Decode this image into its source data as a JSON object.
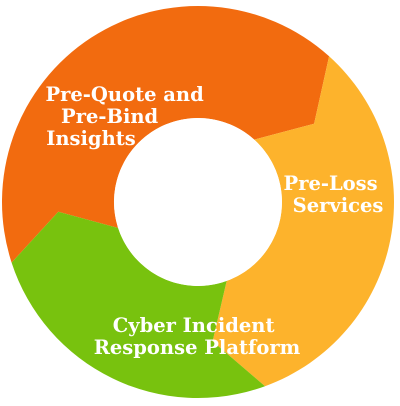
{
  "colors": {
    "background": "#ffffff",
    "text": "#ffffff",
    "center": "#ffffff"
  },
  "segments": [
    {
      "id": "pre-quote",
      "lines": [
        "Pre-Quote and",
        "Pre-Bind",
        "Insights"
      ],
      "color": "#F26B0F"
    },
    {
      "id": "pre-loss",
      "lines": [
        "Pre-Loss",
        "Services"
      ],
      "color": "#FDB32C"
    },
    {
      "id": "cyber-incident",
      "lines": [
        "Cyber Incident",
        "Response Platform"
      ],
      "color": "#78C20E"
    }
  ]
}
